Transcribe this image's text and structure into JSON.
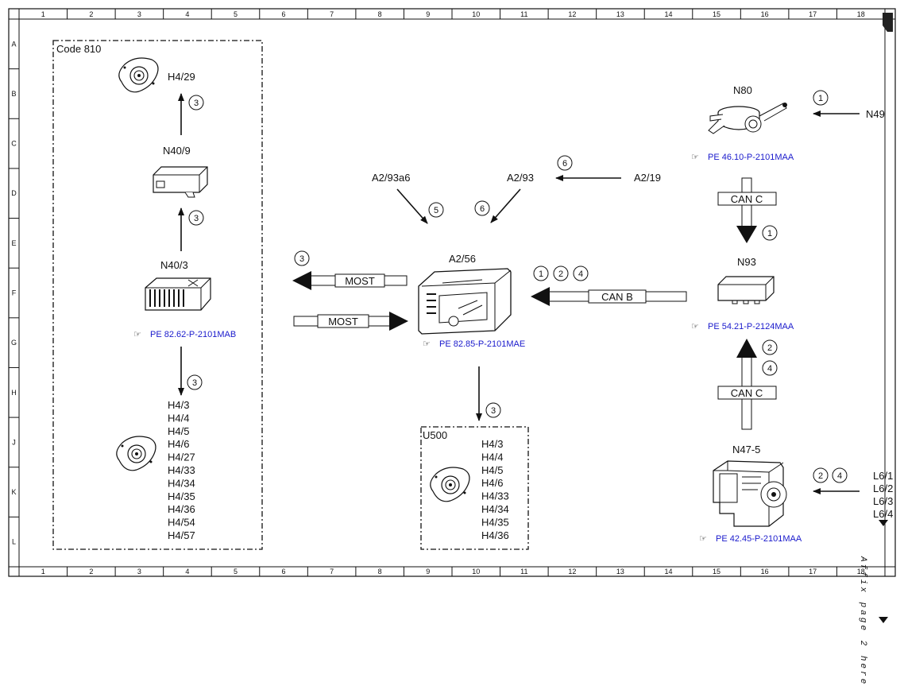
{
  "grid": {
    "cols": [
      "1",
      "2",
      "3",
      "4",
      "5",
      "6",
      "7",
      "8",
      "9",
      "10",
      "11",
      "12",
      "13",
      "14",
      "15",
      "16",
      "17",
      "18"
    ],
    "rows": [
      "A",
      "B",
      "C",
      "D",
      "E",
      "F",
      "G",
      "H",
      "J",
      "K",
      "L"
    ]
  },
  "groups": {
    "code810": "Code 810",
    "u500": "U500"
  },
  "components": {
    "h4_29": "H4/29",
    "n40_9": "N40/9",
    "n40_3": "N40/3",
    "n40_3_ref": "PE 82.62-P-2101MAB",
    "left_speakers": [
      "H4/3",
      "H4/4",
      "H4/5",
      "H4/6",
      "H4/27",
      "H4/33",
      "H4/34",
      "H4/35",
      "H4/36",
      "H4/54",
      "H4/57"
    ],
    "u500_speakers": [
      "H4/3",
      "H4/4",
      "H4/5",
      "H4/6",
      "H4/33",
      "H4/34",
      "H4/35",
      "H4/36"
    ],
    "a2_56": "A2/56",
    "a2_56_ref": "PE 82.85-P-2101MAE",
    "a2_93a6": "A2/93a6",
    "a2_93": "A2/93",
    "a2_19": "A2/19",
    "n80": "N80",
    "n80_ref": "PE 46.10-P-2101MAA",
    "n49": "N49",
    "n93": "N93",
    "n93_ref": "PE 54.21-P-2124MAA",
    "n47_5": "N47-5",
    "n47_5_ref": "PE 42.45-P-2101MAA",
    "l6": [
      "L6/1",
      "L6/2",
      "L6/3",
      "L6/4"
    ]
  },
  "buses": {
    "most_out": "MOST",
    "most_in": "MOST",
    "can_b": "CAN B",
    "can_c_top": "CAN C",
    "can_c_bottom": "CAN C"
  },
  "markers": {
    "n40_9_to_h4_29": "3",
    "n40_3_to_n40_9": "3",
    "n40_3_to_speakers": "3",
    "most_out": "3",
    "a2_93a6": "5",
    "a2_93": "6",
    "a2_19": "6",
    "can_b": [
      "1",
      "2",
      "4"
    ],
    "a2_56_to_u500": "3",
    "n49": "1",
    "can_c_top": "1",
    "can_c_bottom": [
      "2",
      "4"
    ],
    "l6": [
      "2",
      "4"
    ]
  },
  "side_note": "Affix page 2 here"
}
